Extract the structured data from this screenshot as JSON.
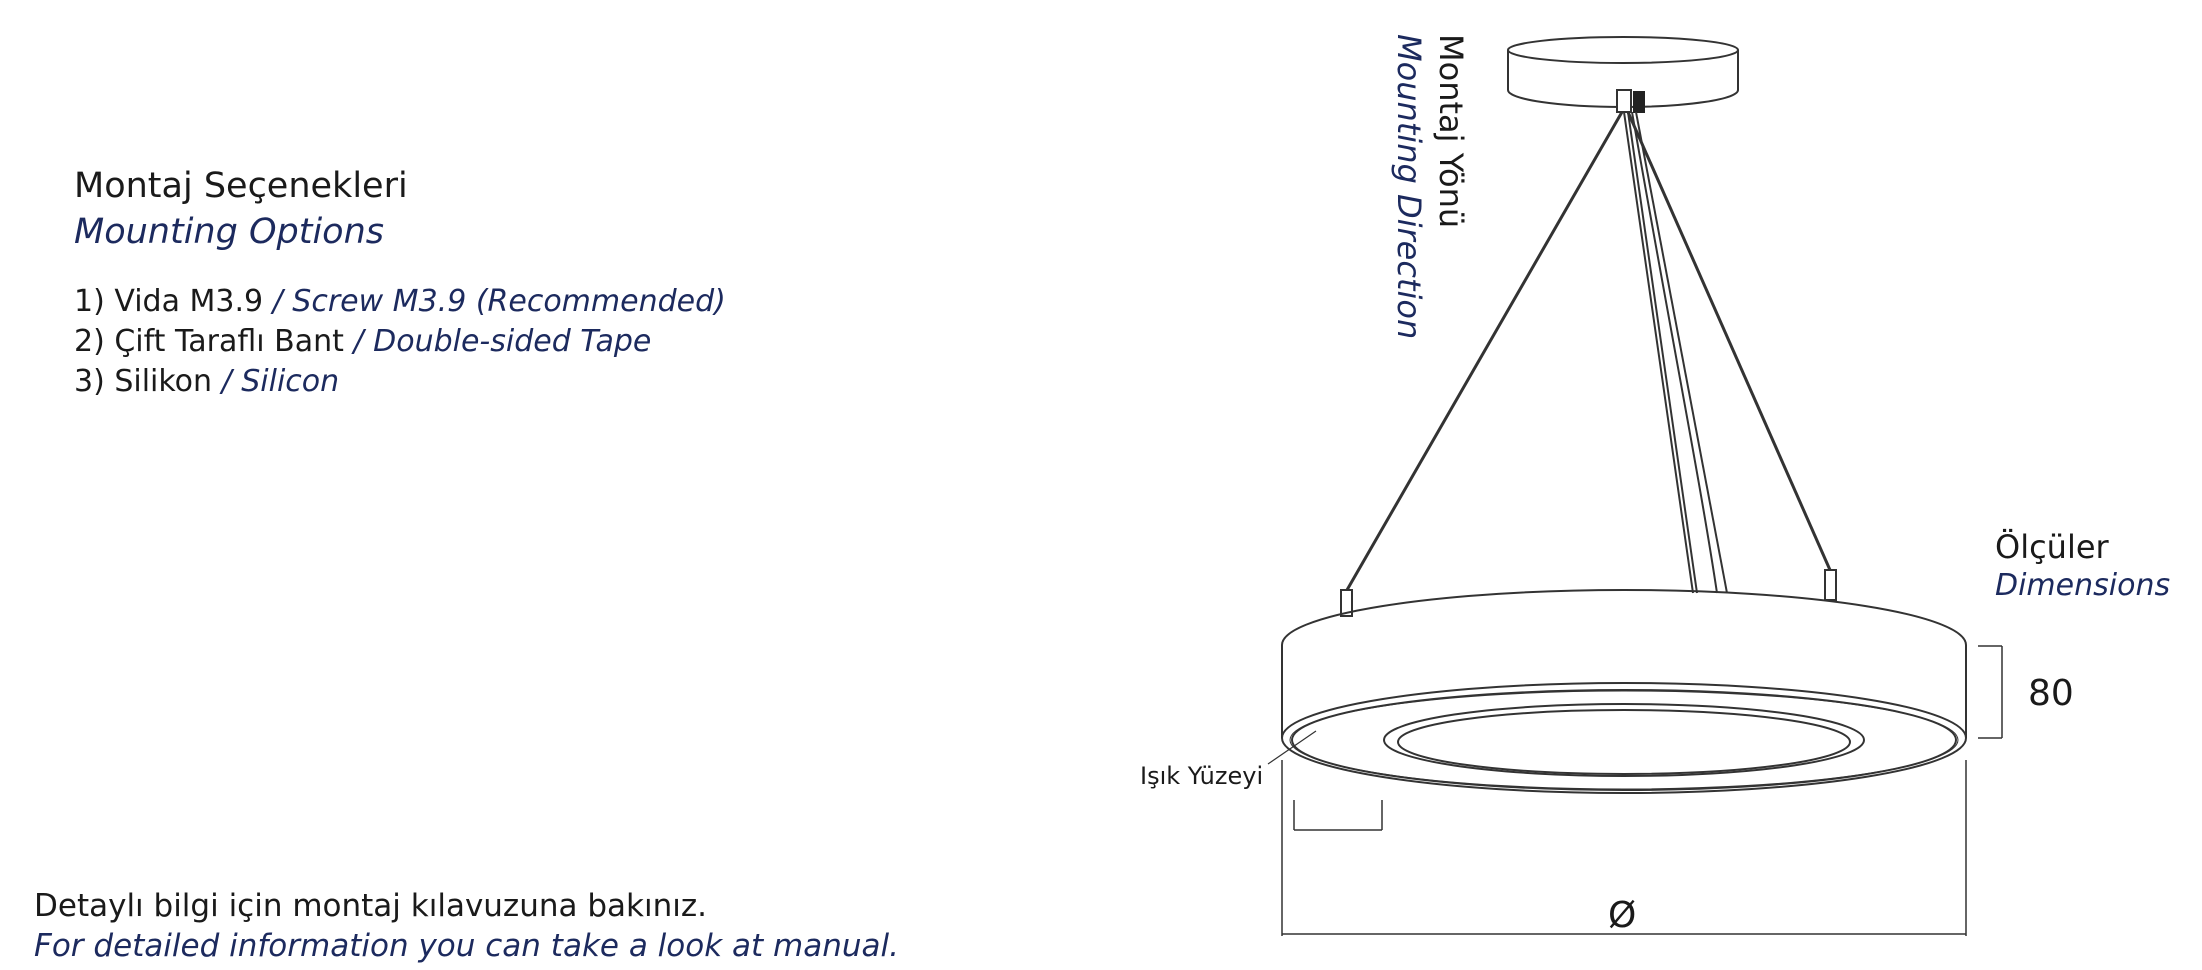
{
  "mounting": {
    "title_tr": "Montaj Seçenekleri",
    "title_en": "Mounting Options",
    "options": [
      {
        "tr": "1) Vida M3.9",
        "en": "/ Screw M3.9 (Recommended)"
      },
      {
        "tr": "2) Çift Taraflı Bant",
        "en": "/ Double-sided Tape"
      },
      {
        "tr": "3) Silikon",
        "en": "/ Silicon"
      }
    ]
  },
  "footer": {
    "tr": "Detaylı bilgi için montaj kılavuzuna bakınız.",
    "en": "For detailed information you can take a look at manual."
  },
  "direction": {
    "tr": "Montaj Yönü",
    "en": "Mounting Direction"
  },
  "dimensions": {
    "tr": "Ölçüler",
    "en": "Dimensions",
    "height": "80",
    "diameter": "Ø"
  },
  "light_surface": "Işık Yüzeyi",
  "colors": {
    "text": "#1a1a1a",
    "accent": "#1c2a5e",
    "line": "#333333"
  }
}
